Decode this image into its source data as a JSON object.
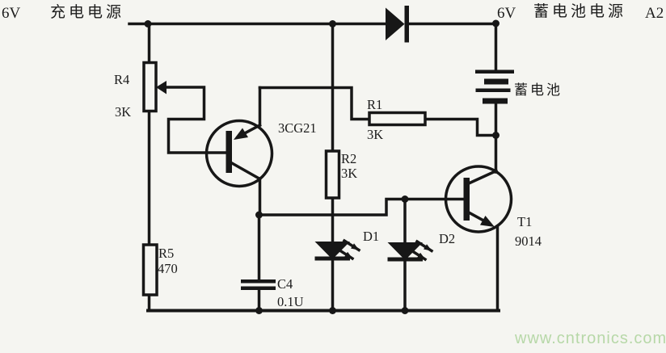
{
  "schematic": {
    "left_rail": {
      "voltage": "6V",
      "label": "充电电源"
    },
    "right_rail": {
      "voltage": "6V",
      "label": "蓄电池电源",
      "terminal": "A2"
    },
    "battery_label": "蓄电池",
    "components": {
      "R4": {
        "ref": "R4",
        "value": "3K"
      },
      "R5": {
        "ref": "R5",
        "value": "470"
      },
      "R1": {
        "ref": "R1",
        "value": "3K"
      },
      "R2": {
        "ref": "R2",
        "value": "3K"
      },
      "C4": {
        "ref": "C4",
        "value": "0.1U"
      },
      "Q_3CG21": {
        "ref": "3CG21"
      },
      "T1": {
        "ref": "T1",
        "value": "9014"
      },
      "D1": {
        "ref": "D1"
      },
      "D2": {
        "ref": "D2"
      }
    }
  },
  "watermark": {
    "text": "www.cntronics.com"
  },
  "colors": {
    "background": "#f5f5f1",
    "line": "#171717",
    "watermark": "#b7d8a8"
  }
}
